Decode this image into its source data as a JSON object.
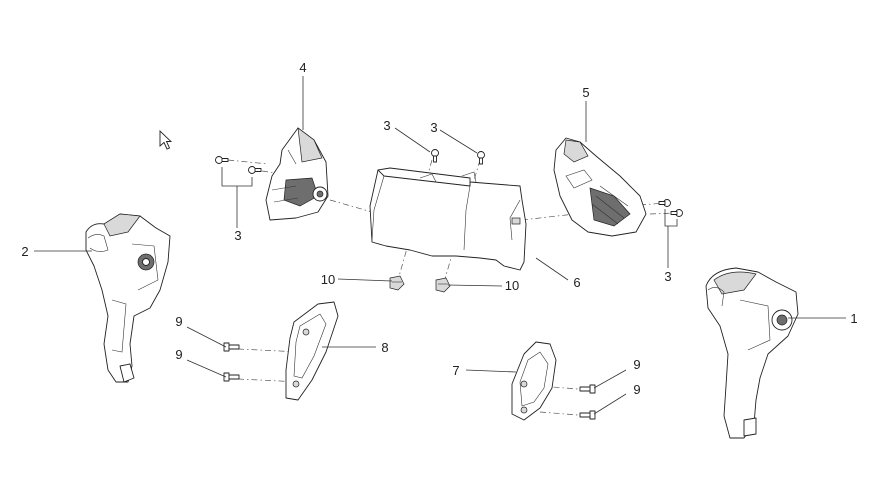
{
  "callouts": {
    "c1": "1",
    "c2": "2",
    "c3a": "3",
    "c3b": "3",
    "c3c": "3",
    "c3d": "3",
    "c4": "4",
    "c5": "5",
    "c6": "6",
    "c7": "7",
    "c8": "8",
    "c9a": "9",
    "c9b": "9",
    "c9c": "9",
    "c9d": "9",
    "c10a": "10",
    "c10b": "10"
  },
  "icons": {
    "cursor": "mouse-pointer-icon"
  }
}
